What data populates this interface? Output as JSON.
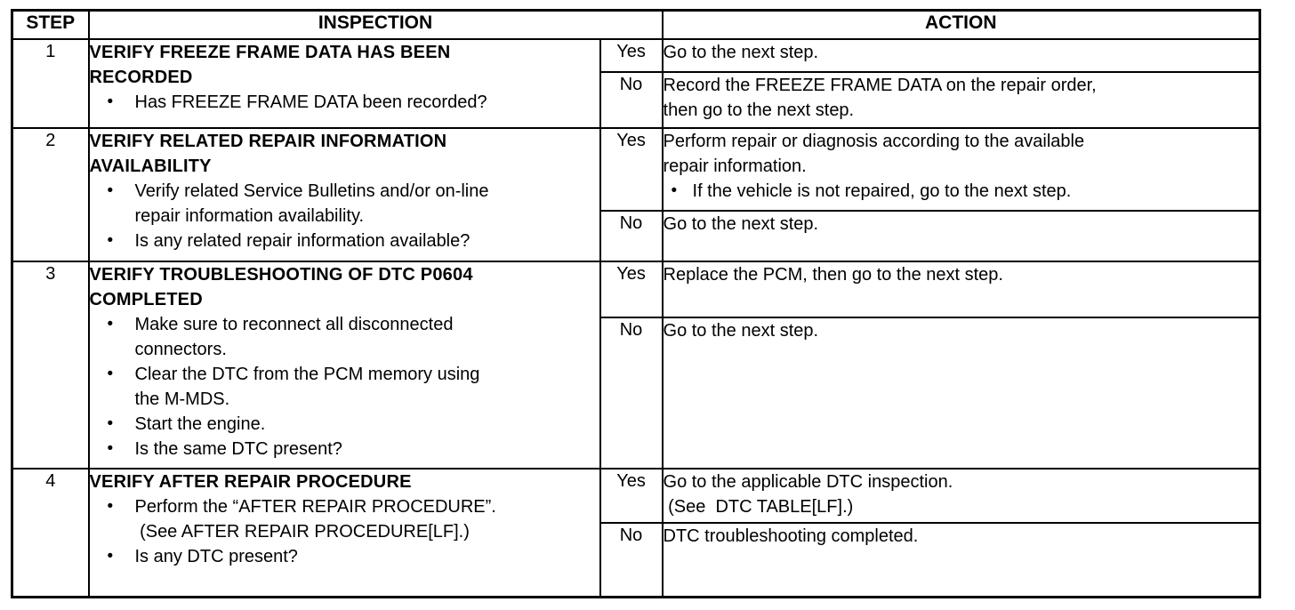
{
  "document": {
    "headers": {
      "step": "STEP",
      "inspection": "INSPECTION",
      "action": "ACTION"
    },
    "labels": {
      "yes": "Yes",
      "no": "No"
    },
    "colors": {
      "border": "#000000",
      "text": "#000000",
      "background": "#ffffff"
    },
    "steps": [
      {
        "number": "1",
        "title": "VERIFY FREEZE FRAME DATA HAS BEEN\nRECORDED",
        "bullets": [
          "Has FREEZE FRAME DATA been recorded?"
        ],
        "yes_action": {
          "text": "Go to the next step."
        },
        "no_action": {
          "text": "Record the FREEZE FRAME DATA on the repair order,\nthen go to the next step."
        }
      },
      {
        "number": "2",
        "title": "VERIFY RELATED REPAIR INFORMATION\nAVAILABILITY",
        "bullets": [
          "Verify related Service Bulletins and/or on-line\nrepair information availability.",
          "Is any related repair information available?"
        ],
        "yes_action": {
          "text": "Perform repair or diagnosis according to the available\nrepair information.",
          "bullet": "If the vehicle is not repaired, go to the next step."
        },
        "no_action": {
          "text": "Go to the next step."
        }
      },
      {
        "number": "3",
        "title": "VERIFY TROUBLESHOOTING OF DTC P0604\nCOMPLETED",
        "bullets": [
          "Make sure to reconnect all disconnected\nconnectors.",
          "Clear the DTC from the PCM memory using\nthe M-MDS.",
          "Start the engine.",
          "Is the same DTC present?"
        ],
        "yes_action": {
          "text": "Replace the PCM, then go to the next step."
        },
        "no_action": {
          "text": "Go to the next step."
        }
      },
      {
        "number": "4",
        "title": "VERIFY AFTER REPAIR PROCEDURE",
        "bullets": [
          "Perform the “AFTER REPAIR PROCEDURE”.\n (See AFTER REPAIR PROCEDURE[LF].)",
          "Is any DTC present?"
        ],
        "yes_action": {
          "text": "Go to the applicable DTC inspection.\n (See  DTC TABLE[LF].)"
        },
        "no_action": {
          "text": "DTC troubleshooting completed."
        }
      }
    ]
  }
}
